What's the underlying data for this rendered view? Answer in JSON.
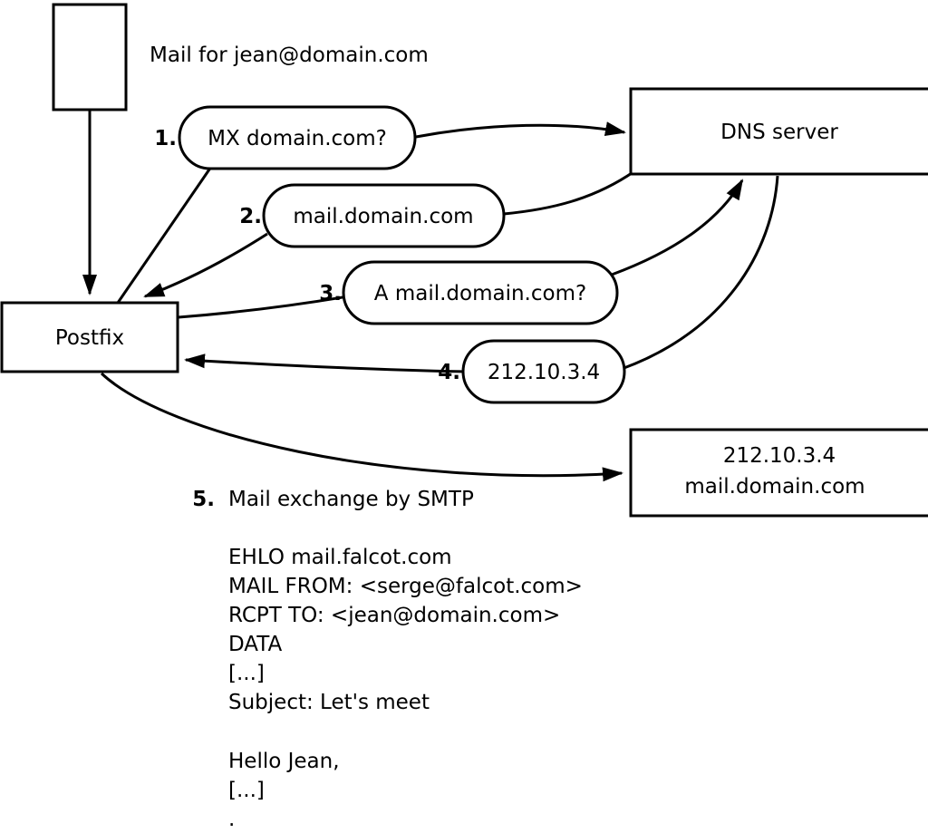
{
  "title": "Mail for jean@domain.com",
  "nodes": {
    "postfix": "Postfix",
    "dns_server": "DNS server",
    "result_line1": "212.10.3.4",
    "result_line2": "mail.domain.com"
  },
  "steps": [
    {
      "number": "1.",
      "label": "MX domain.com?"
    },
    {
      "number": "2.",
      "label": "mail.domain.com"
    },
    {
      "number": "3.",
      "label": "A mail.domain.com?"
    },
    {
      "number": "4.",
      "label": "212.10.3.4"
    }
  ],
  "step5": {
    "number": "5.",
    "label": "Mail exchange by SMTP"
  },
  "smtp": {
    "lines": [
      "EHLO mail.falcot.com",
      "MAIL FROM: <serge@falcot.com>",
      "RCPT TO: <jean@domain.com>",
      "DATA",
      "[...]",
      "Subject: Let's meet",
      "",
      "Hello Jean,",
      "[...]",
      "."
    ]
  },
  "colors": {
    "stroke": "#000000",
    "fill": "#ffffff"
  }
}
